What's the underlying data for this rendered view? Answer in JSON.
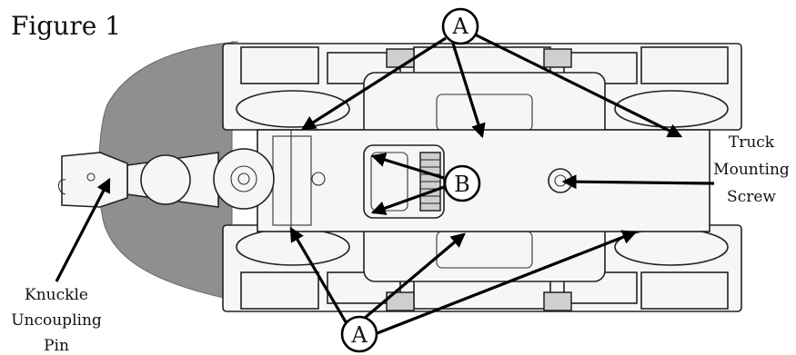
{
  "figure": {
    "title": "Figure 1",
    "callouts": {
      "a_top": "A",
      "a_bottom": "A",
      "b": "B"
    },
    "labels": {
      "truck_screw": [
        "Truck",
        "Mounting",
        "Screw"
      ],
      "knuckle_pin": [
        "Knuckle",
        "Uncoupling",
        "Pin"
      ]
    }
  }
}
